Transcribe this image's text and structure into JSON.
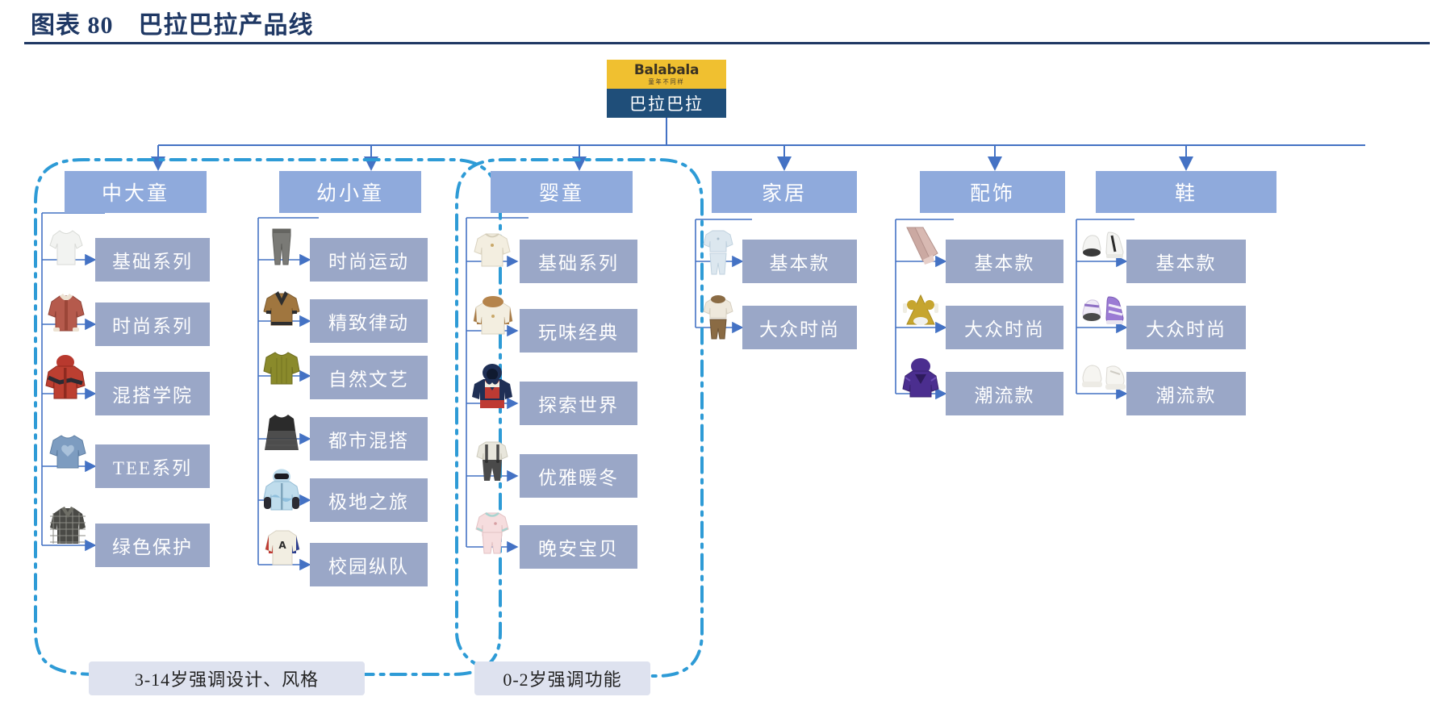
{
  "title": "图表 80　巴拉巴拉产品线",
  "colors": {
    "title": "#1F3864",
    "brand_logo_bg": "#F0C030",
    "brand_name_bg": "#1F4E79",
    "column_head_bg": "#8FAADC",
    "leaf_bg": "#9AA7C7",
    "connector": "#4472C4",
    "dash_outline": "#2E9BD6",
    "caption_bg": "#DEE2EF"
  },
  "brand": {
    "logo_en": "Balabala",
    "logo_cn": "童年不同样",
    "name": "巴拉巴拉"
  },
  "columns": [
    {
      "id": "zhongdatong",
      "head": "中大童",
      "items": [
        {
          "label": "基础系列",
          "icon": "white-tee-icon"
        },
        {
          "label": "时尚系列",
          "icon": "red-jacket-icon"
        },
        {
          "label": "混搭学院",
          "icon": "red-hooded-coat-icon"
        },
        {
          "label": "TEE系列",
          "icon": "blue-sweatshirt-icon"
        },
        {
          "label": "绿色保护",
          "icon": "plaid-shirt-icon"
        }
      ]
    },
    {
      "id": "youxiaotong",
      "head": "幼小童",
      "items": [
        {
          "label": "时尚运动",
          "icon": "grey-pants-icon"
        },
        {
          "label": "精致律动",
          "icon": "brown-cardigan-icon"
        },
        {
          "label": "自然文艺",
          "icon": "olive-sweater-icon"
        },
        {
          "label": "都市混搭",
          "icon": "black-dress-icon"
        },
        {
          "label": "极地之旅",
          "icon": "blue-ski-jacket-icon"
        },
        {
          "label": "校园纵队",
          "icon": "varsity-sweater-icon"
        }
      ]
    },
    {
      "id": "yingtong",
      "head": "婴童",
      "items": [
        {
          "label": "基础系列",
          "icon": "cream-baby-coat-icon"
        },
        {
          "label": "玩味经典",
          "icon": "cream-fur-coat-icon"
        },
        {
          "label": "探索世界",
          "icon": "navy-red-snowsuit-icon"
        },
        {
          "label": "优雅暖冬",
          "icon": "overall-romper-icon"
        },
        {
          "label": "晚安宝贝",
          "icon": "pink-romper-icon"
        }
      ]
    },
    {
      "id": "jiaju",
      "head": "家居",
      "items": [
        {
          "label": "基本款",
          "icon": "blue-pajama-set-icon"
        },
        {
          "label": "大众时尚",
          "icon": "brown-pajama-set-icon"
        }
      ]
    },
    {
      "id": "peishi",
      "head": "配饰",
      "items": [
        {
          "label": "基本款",
          "icon": "pink-scarf-icon"
        },
        {
          "label": "大众时尚",
          "icon": "yellow-bear-hat-icon"
        },
        {
          "label": "潮流款",
          "icon": "purple-hooded-top-icon"
        }
      ]
    },
    {
      "id": "xie",
      "head": "鞋",
      "items": [
        {
          "label": "基本款",
          "icon": "white-sneakers-icon"
        },
        {
          "label": "大众时尚",
          "icon": "purple-sneakers-icon"
        },
        {
          "label": "潮流款",
          "icon": "white-chunky-sneakers-icon"
        }
      ]
    }
  ],
  "captions": [
    {
      "id": "design-style",
      "text": "3-14岁强调设计、风格"
    },
    {
      "id": "function",
      "text": "0-2岁强调功能"
    }
  ]
}
